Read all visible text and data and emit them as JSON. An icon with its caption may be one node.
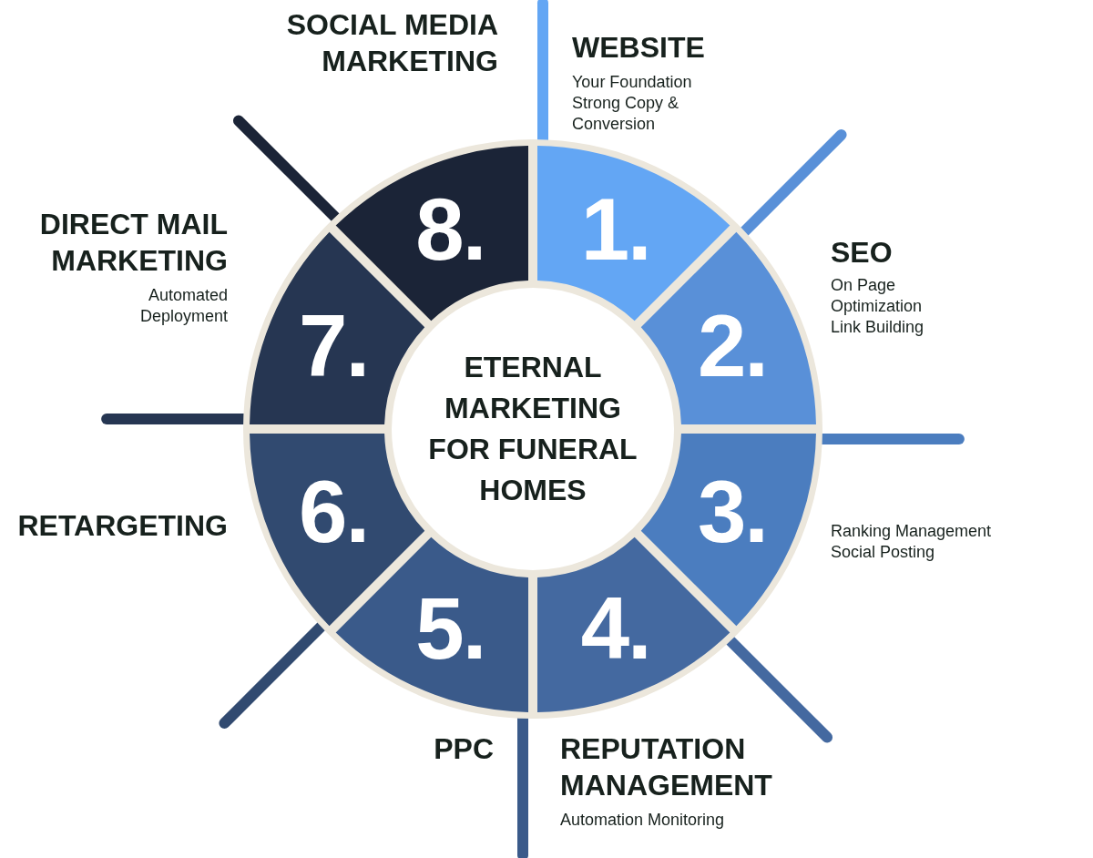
{
  "diagram": {
    "nodes": [
      {
        "text": [
          "ETERNAL MARKETING FOR FUNERAL HOMES"
        ]
      },
      {
        "text": [
          "1."
        ],
        "beside": [
          "WEBSITE",
          "Your Foundation Strong Copy & Conversion"
        ]
      },
      {
        "text": [
          "2."
        ],
        "beside": [
          "SEO",
          "On Page Optimization Link Building"
        ]
      },
      {
        "text": [
          "3."
        ],
        "beside": [
          "Ranking Management Social Posting"
        ]
      },
      {
        "text": [
          "4."
        ],
        "beside": [
          "REPUTATION MANAGEMENT",
          "Automation Monitoring"
        ]
      },
      {
        "text": [
          "5."
        ],
        "beside": [
          "PPC"
        ]
      },
      {
        "text": [
          "6."
        ],
        "beside": [
          "RETARGETING"
        ]
      },
      {
        "text": [
          "7."
        ],
        "beside": [
          "DIRECT MAIL MARKETING",
          "Automated Deployment"
        ]
      },
      {
        "text": [
          "8."
        ],
        "beside": [
          "SOCIAL MEDIA MARKETING"
        ]
      }
    ]
  }
}
